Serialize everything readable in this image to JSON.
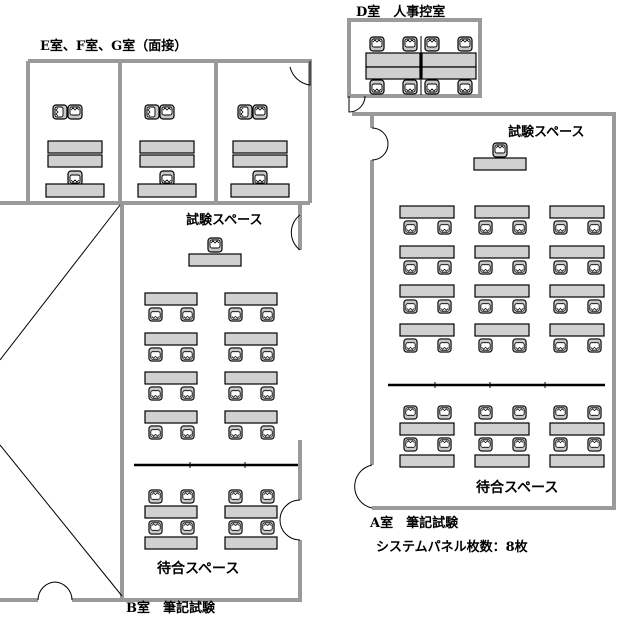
{
  "labels": {
    "room_efg": "E室、F室、G室（面接）",
    "room_d": "D室　人事控室",
    "test_space_a": "試験スペース",
    "test_space_b": "試験スペース",
    "waiting_a": "待合スペース",
    "waiting_b": "待合スペース",
    "room_a": "A室　筆記試験",
    "panel_count": "システムパネル枚数：8枚",
    "room_b": "B室　筆記試験"
  },
  "colors": {
    "wall": "#9a9a9a",
    "table": "#d0d0d0",
    "line": "#000000",
    "chair": "#c8c8c8"
  }
}
